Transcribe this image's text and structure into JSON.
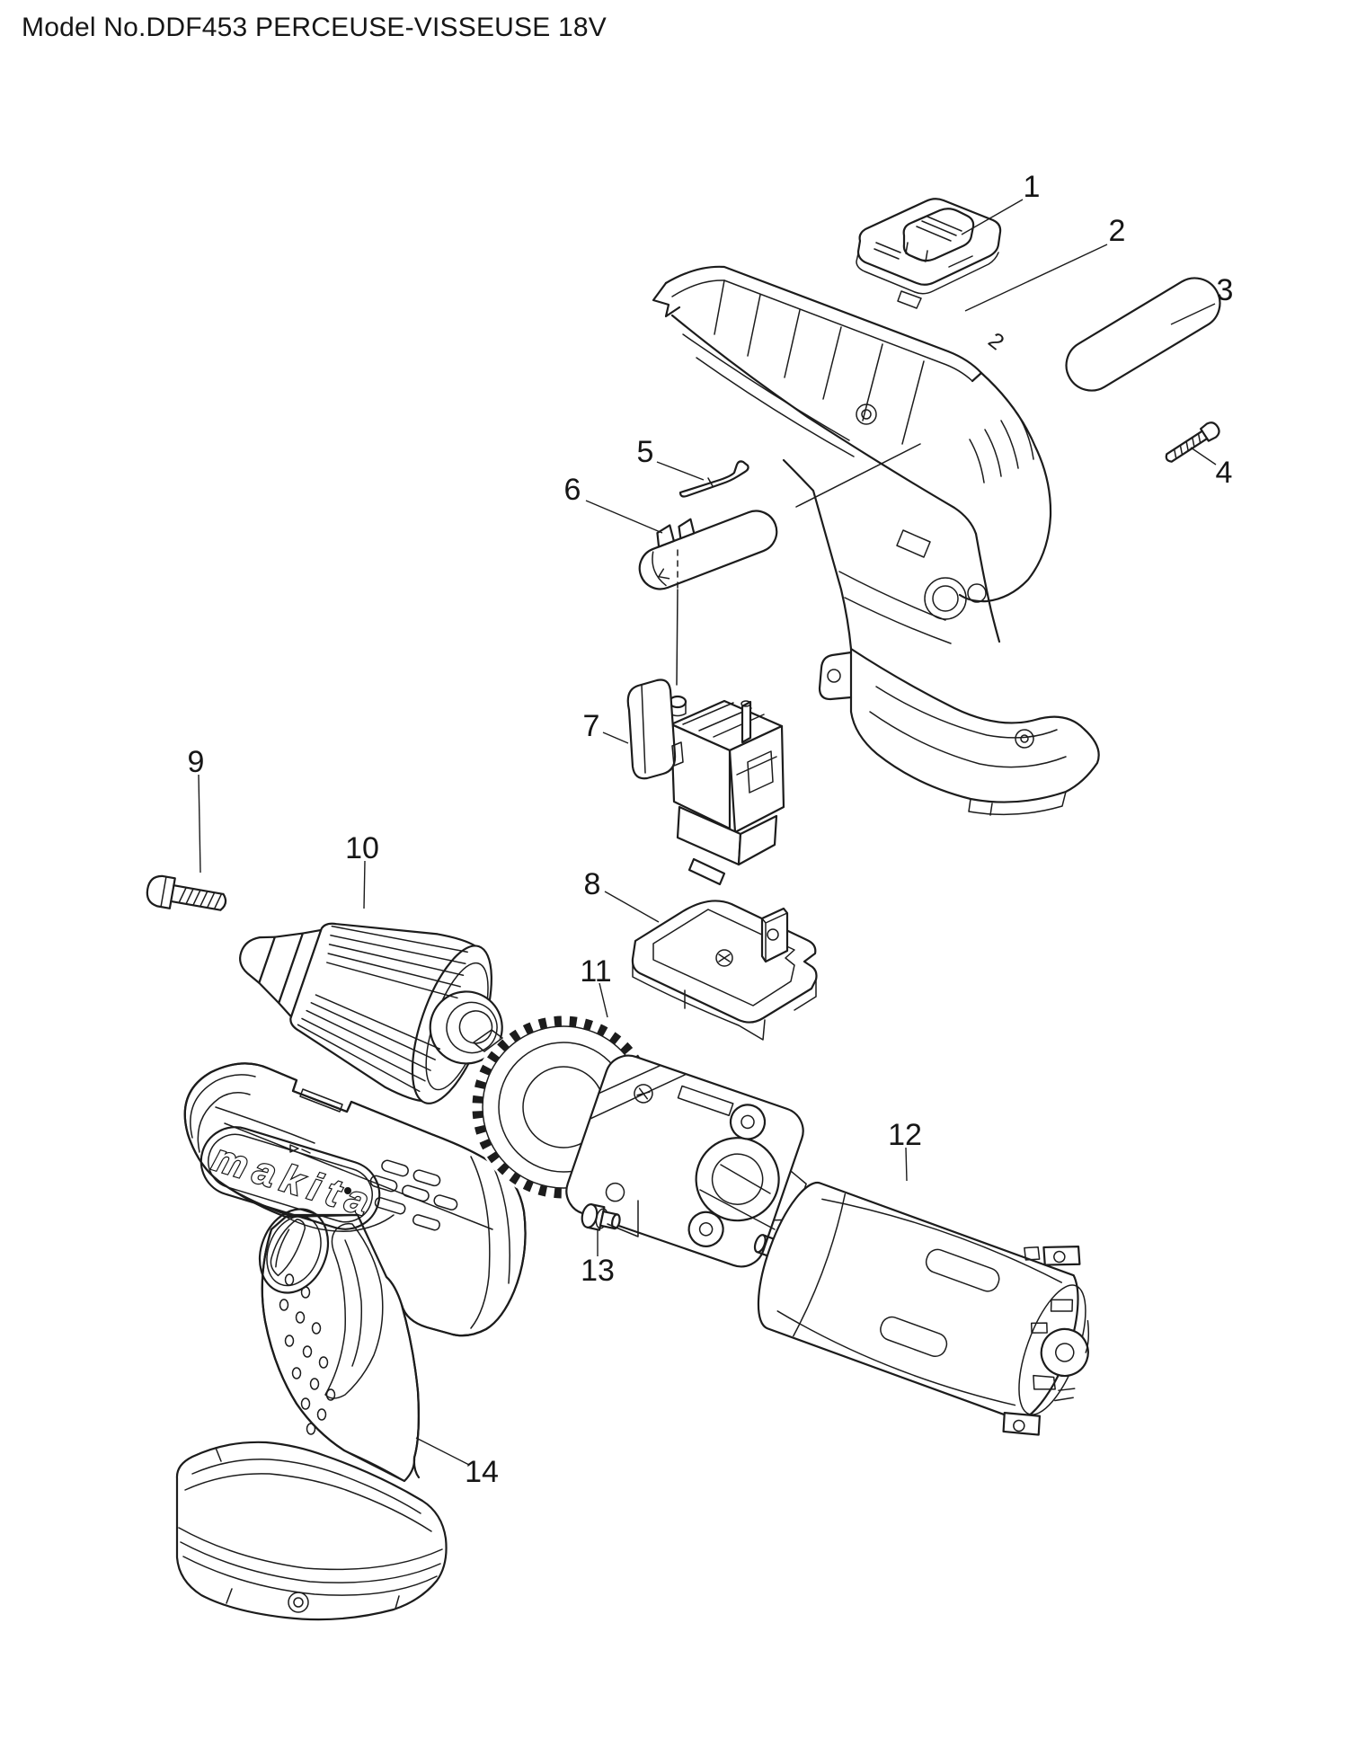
{
  "title": "Model No.DDF453 PERCEUSE-VISSEUSE 18V",
  "diagram": {
    "type": "exploded-parts-diagram",
    "brand_logo_text": "makita",
    "housing_molded_mark": "2",
    "colors": {
      "line": "#1c1c1c",
      "background": "#ffffff"
    },
    "parts": [
      {
        "num": "1"
      },
      {
        "num": "2"
      },
      {
        "num": "3"
      },
      {
        "num": "4"
      },
      {
        "num": "5"
      },
      {
        "num": "6"
      },
      {
        "num": "7"
      },
      {
        "num": "8"
      },
      {
        "num": "9"
      },
      {
        "num": "10"
      },
      {
        "num": "11"
      },
      {
        "num": "12"
      },
      {
        "num": "13"
      },
      {
        "num": "14"
      }
    ]
  }
}
